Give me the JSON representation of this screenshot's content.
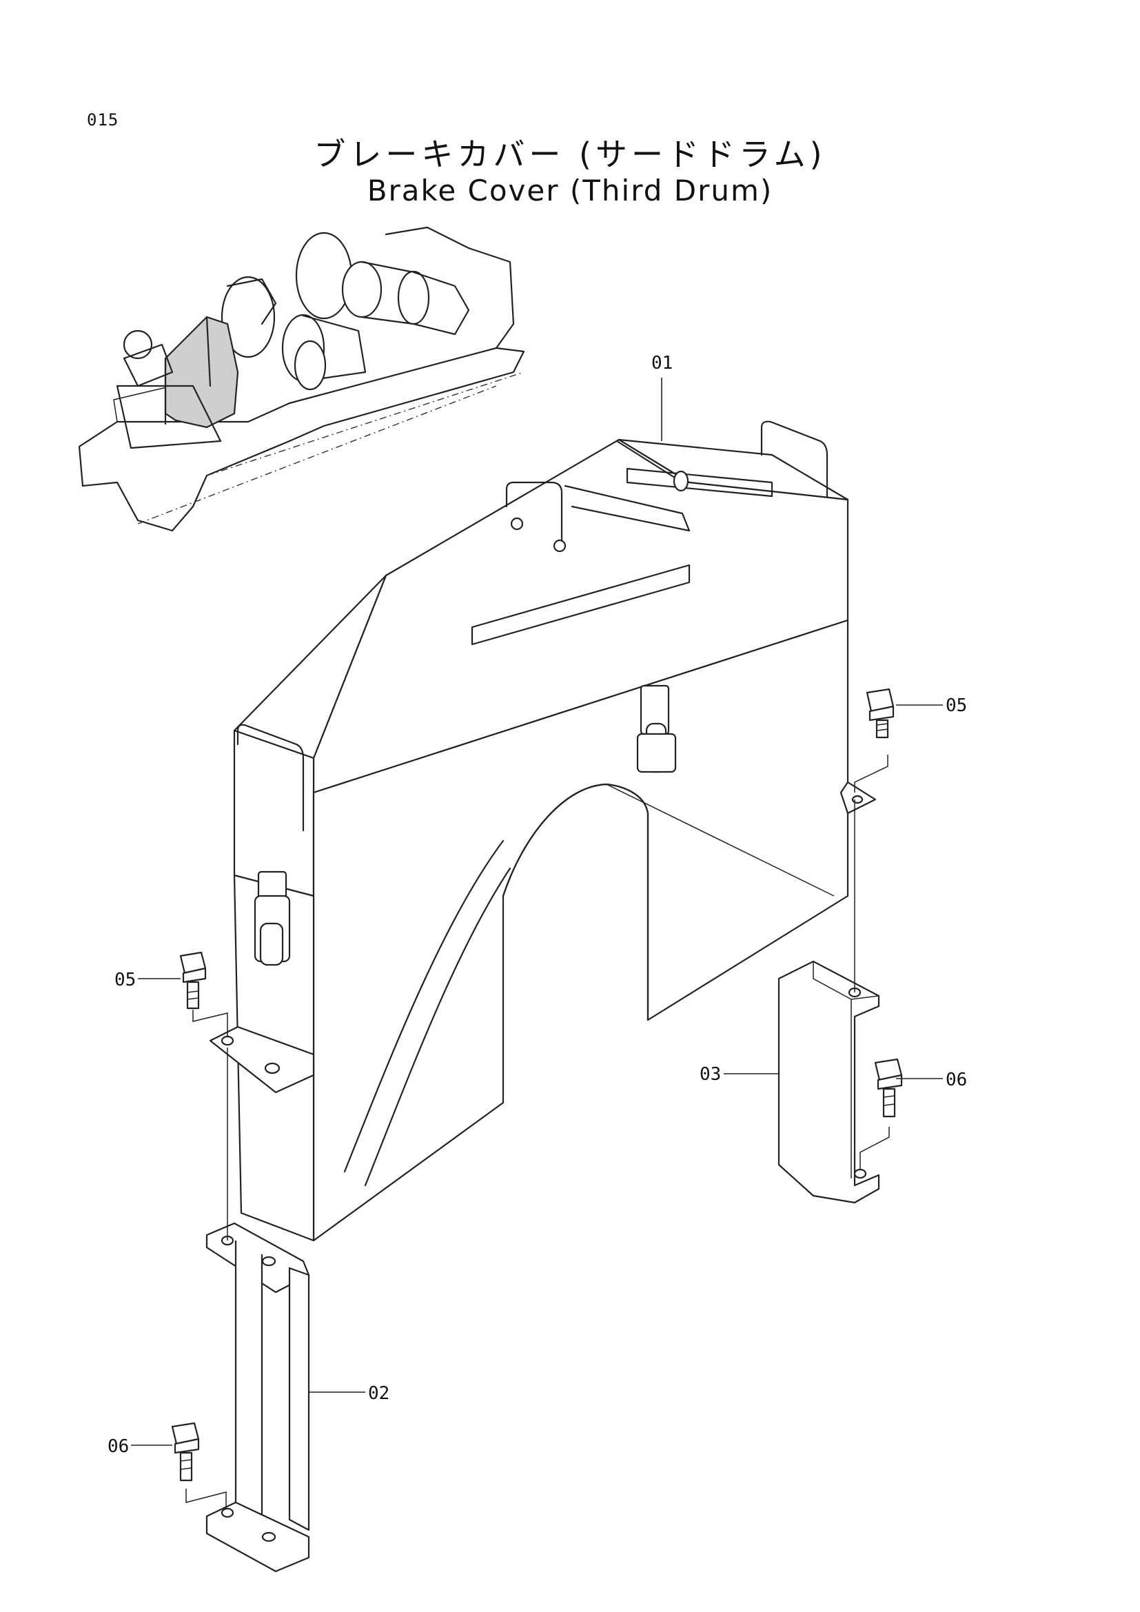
{
  "page_number": "015",
  "title_jp": "ブレーキカバー (サードドラム)",
  "title_en": "Brake Cover (Third Drum)",
  "callouts": {
    "c01": "01",
    "c02": "02",
    "c03": "03",
    "c05_right": "05",
    "c05_left": "05",
    "c06_right": "06",
    "c06_left": "06"
  }
}
